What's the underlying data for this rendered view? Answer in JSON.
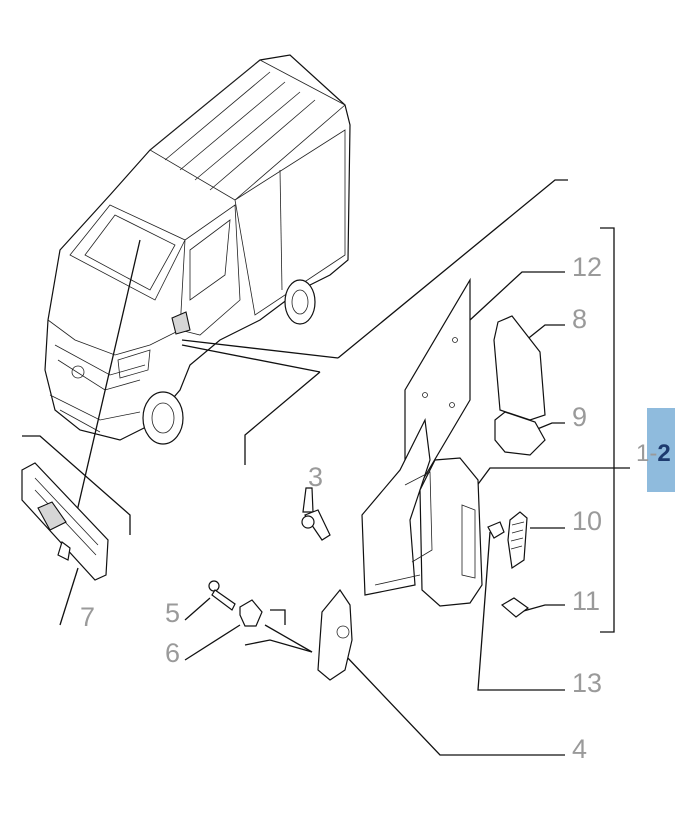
{
  "callouts": {
    "c12": "12",
    "c8": "8",
    "c9": "9",
    "c1": "1",
    "c2": "2",
    "c10": "10",
    "c11": "11",
    "c3": "3",
    "c5": "5",
    "c6": "6",
    "c7": "7",
    "c13": "13",
    "c4": "4"
  },
  "colors": {
    "tab": "#8fbbdd",
    "callout_text": "#9a9a9a",
    "tab_highlight": "#1d3a6e"
  }
}
